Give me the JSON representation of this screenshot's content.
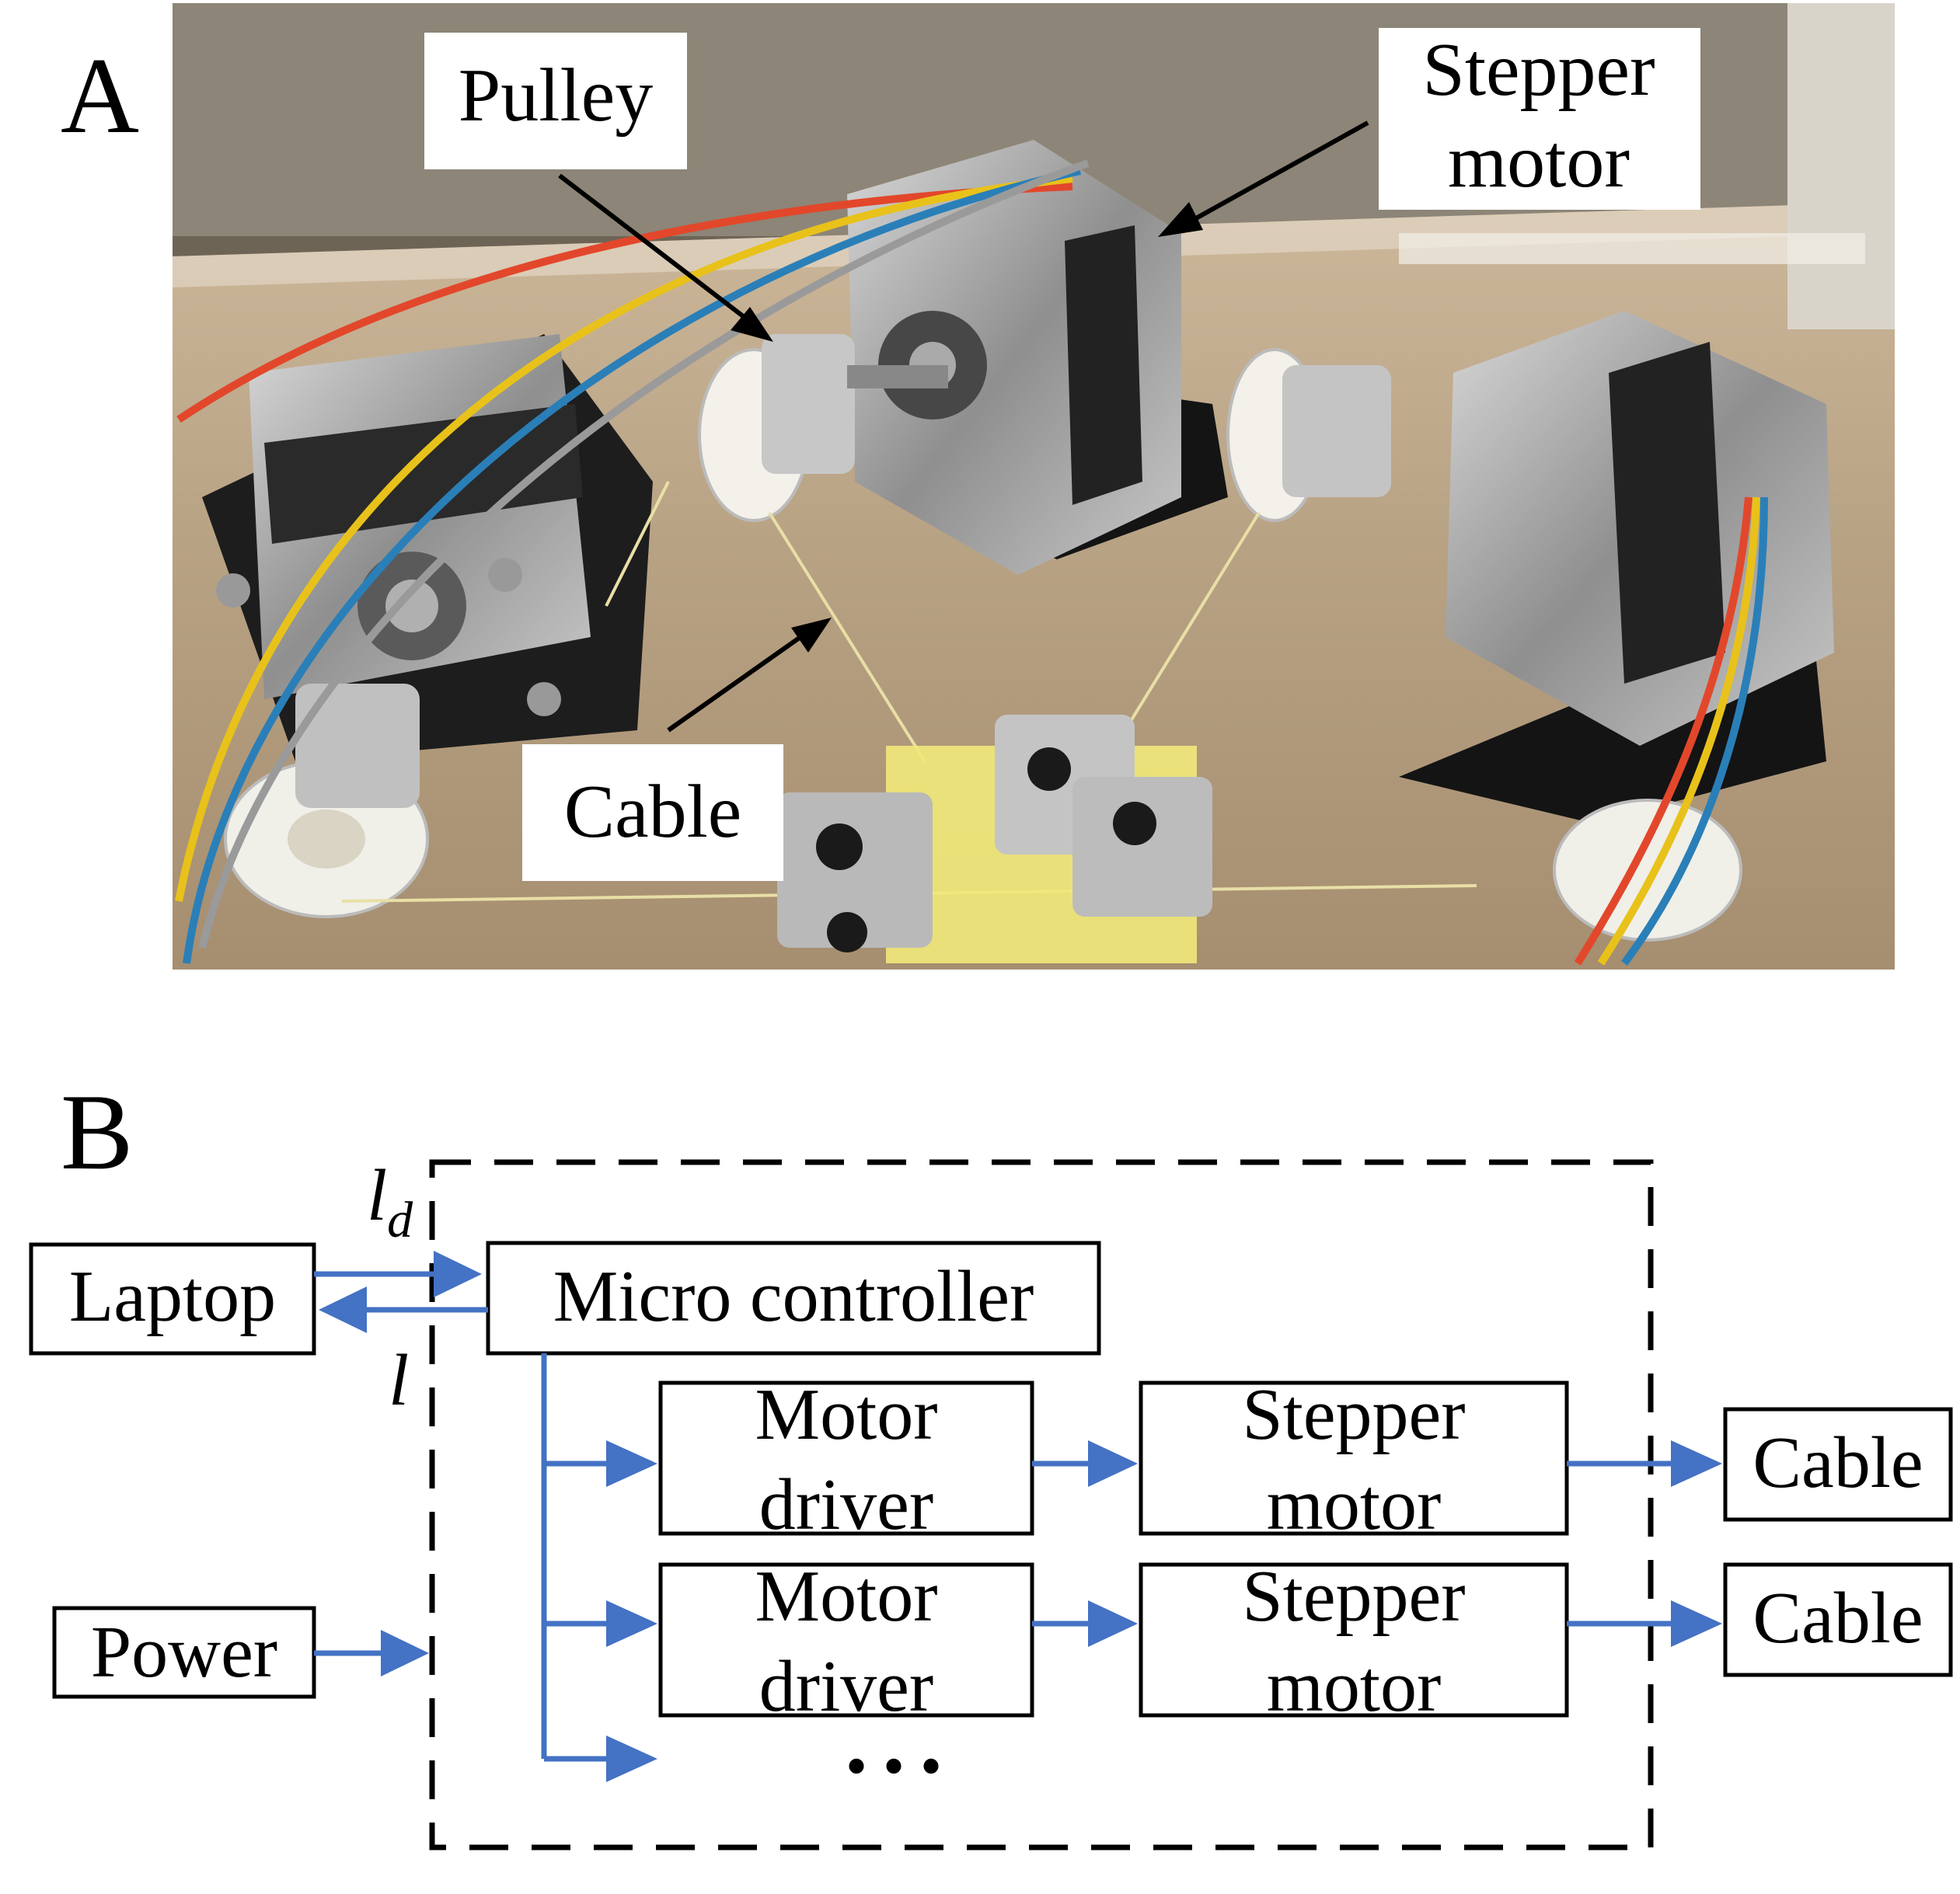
{
  "panel_a": {
    "letter": "A",
    "callouts": {
      "pulley": "Pulley",
      "stepper_line1": "Stepper",
      "stepper_line2": "motor",
      "cable": "Cable"
    }
  },
  "panel_b": {
    "letter": "B",
    "signal_ld": "l",
    "signal_ld_sub": "d",
    "signal_l": "l",
    "laptop": "Laptop",
    "power": "Power",
    "micro": "Micro controller",
    "driver_line1": "Motor",
    "driver_line2": "driver",
    "stepper_line1": "Stepper",
    "stepper_line2": "motor",
    "cable": "Cable",
    "ellipsis": "• • •"
  },
  "colors": {
    "flow": "#4472c4",
    "border": "#000000"
  }
}
